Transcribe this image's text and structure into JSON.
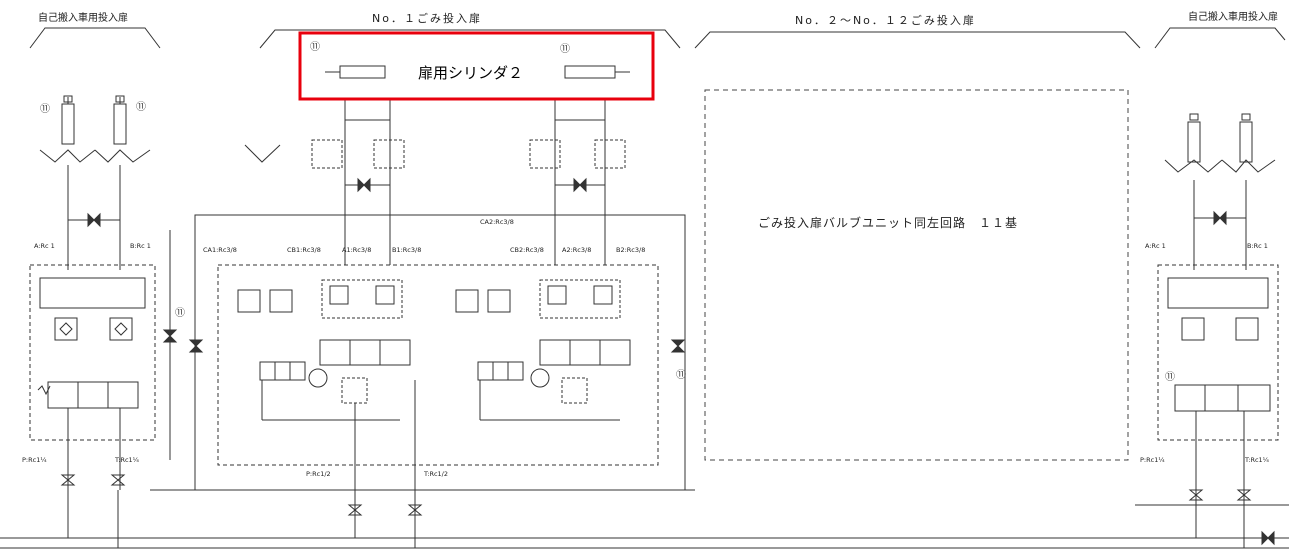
{
  "headers": {
    "left": "自己搬入車用投入扉",
    "no1": "No．１ごみ投入扉",
    "no2_12": "No．２〜No．１２ごみ投入扉",
    "right": "自己搬入車用投入扉"
  },
  "callout": {
    "text": "扉用シリンダ２",
    "color": "#e8000d"
  },
  "center_box": {
    "text": "ごみ投入扉バルブユニット同左回路　１１基"
  },
  "port_labels": {
    "left_a": "A:Rc 1",
    "left_b": "B:Rc 1",
    "left_p": "P:Rc1¼",
    "left_t": "T:Rc1¼",
    "ca1": "CA1:Rc3/8",
    "cb1": "CB1:Rc3/8",
    "a1": "A1:Rc3/8",
    "b1": "B1:Rc3/8",
    "ca2": "CA2:Rc3/8",
    "cb2": "CB2:Rc3/8",
    "a2": "A2:Rc3/8",
    "b2": "B2:Rc3/8",
    "mid_p": "P:Rc1/2",
    "mid_t": "T:Rc1/2",
    "right_a": "A:Rc 1",
    "right_b": "B:Rc 1",
    "right_p": "P:Rc1¼",
    "right_t": "T:Rc1¼"
  },
  "part_marker": "⑪",
  "colors": {
    "line": "#333333",
    "dashed": "#444444",
    "callout_border": "#e8000d"
  }
}
